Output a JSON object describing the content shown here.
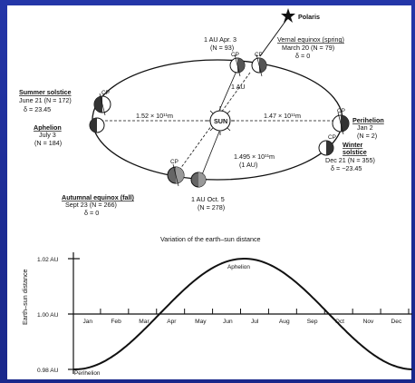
{
  "orbit": {
    "polaris": "Polaris",
    "sun": "SUN",
    "one_au": "1 AU",
    "apr": {
      "line1": "1 AU Apr. 3",
      "line2": "(N = 93)"
    },
    "vernal": {
      "line1": "Vernal equinox (spring)",
      "line2": "March 20 (N = 79)",
      "line3": "δ = 0"
    },
    "summer": {
      "line1": "Summer solstice",
      "line2": "June 21 (N = 172)",
      "line3": "δ = 23.45"
    },
    "aphelion": {
      "line1": "Aphelion",
      "line2": "July 3",
      "line3": "(N = 184)"
    },
    "perihelion": {
      "line1": "Perihelion",
      "line2": "Jan 2",
      "line3": "(N = 2)"
    },
    "winter": {
      "line1": "Winter",
      "line2": "solstice",
      "line3": "Dec 21 (N = 355)",
      "line4": "δ = −23.45"
    },
    "autumnal": {
      "line1": "Autumnal equinox (fall)",
      "line2": "Sept 23 (N = 266)",
      "line3": "δ = 0"
    },
    "oct": {
      "line1": "1 AU Oct. 5",
      "line2": "(N = 278)"
    },
    "dist_left": "1.52 × 10¹¹m",
    "dist_right": "1.47 × 10¹¹m",
    "dist_mean": {
      "line1": "1.495 × 10¹¹m",
      "line2": "(1 AU)"
    },
    "pole_label": "CP"
  },
  "graph": {
    "title": "Variation of the earth–sun distance",
    "ylabel": "Earth–sun distance",
    "y_top": "1.02 AU",
    "y_mid": "1.00 AU",
    "y_bot": "0.98 AU",
    "aphelion": "Aphelion",
    "perihelion": "Perihelion",
    "months": [
      "Jan",
      "Feb",
      "Mar",
      "Apr",
      "May",
      "Jun",
      "Jul",
      "Aug",
      "Sep",
      "Oct",
      "Nov",
      "Dec"
    ]
  },
  "colors": {
    "background": "#1f2f9a",
    "panel": "#ffffff",
    "ink": "#111111"
  }
}
